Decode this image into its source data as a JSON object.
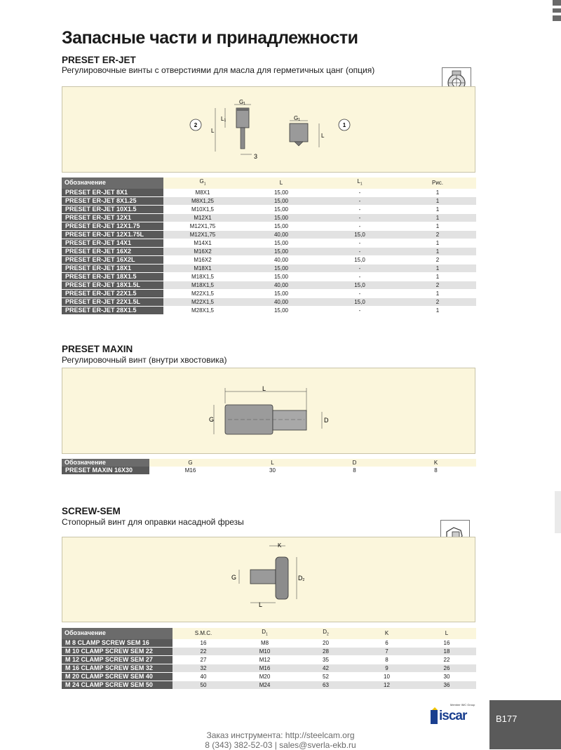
{
  "page": {
    "title": "Запасные части и принадлежности",
    "page_number": "B177",
    "footer_line1": "Заказ инструмента: http://steelcam.org",
    "footer_line2": "8 (343) 382-52-03  |  sales@sverla-ekb.ru"
  },
  "brand": {
    "logo_text": "iscar",
    "logo_tag": "Member IMC Group",
    "color_blue": "#1a3f8f",
    "color_yellow": "#f2c500"
  },
  "sections": {
    "erjet": {
      "title": "PRESET ER-JET",
      "subtitle": "Регулировочные винты с отверстиями для масла для герметичных цанг (опция)",
      "fig": {
        "callout_2": "2",
        "callout_1": "1",
        "g1": "G",
        "g1_sub": "1",
        "l1": "L",
        "l1_sub": "1",
        "l": "L",
        "dim3": "3"
      },
      "columns": [
        "Обозначение",
        "G",
        "L",
        "L",
        "Рис."
      ],
      "column_subs": [
        "",
        "1",
        "",
        "1",
        ""
      ],
      "rows": [
        [
          "PRESET ER-JET  8X1",
          "M8X1",
          "15,00",
          "-",
          "1"
        ],
        [
          "PRESET ER-JET  8X1.25",
          "M8X1,25",
          "15,00",
          "-",
          "1"
        ],
        [
          "PRESET ER-JET 10X1.5",
          "M10X1,5",
          "15,00",
          "-",
          "1"
        ],
        [
          "PRESET ER-JET 12X1",
          "M12X1",
          "15,00",
          "-",
          "1"
        ],
        [
          "PRESET ER-JET 12X1.75",
          "M12X1,75",
          "15,00",
          "-",
          "1"
        ],
        [
          "PRESET ER-JET 12X1.75L",
          "M12X1,75",
          "40,00",
          "15,0",
          "2"
        ],
        [
          "PRESET ER-JET 14X1",
          "M14X1",
          "15,00",
          "-",
          "1"
        ],
        [
          "PRESET ER-JET 16X2",
          "M16X2",
          "15,00",
          "-",
          "1"
        ],
        [
          "PRESET ER-JET 16X2L",
          "M16X2",
          "40,00",
          "15,0",
          "2"
        ],
        [
          "PRESET ER-JET 18X1",
          "M18X1",
          "15,00",
          "-",
          "1"
        ],
        [
          "PRESET ER-JET 18X1.5",
          "M18X1,5",
          "15,00",
          "-",
          "1"
        ],
        [
          "PRESET ER-JET 18X1.5L",
          "M18X1,5",
          "40,00",
          "15,0",
          "2"
        ],
        [
          "PRESET ER-JET 22X1.5",
          "M22X1,5",
          "15,00",
          "-",
          "1"
        ],
        [
          "PRESET ER-JET 22X1.5L",
          "M22X1,5",
          "40,00",
          "15,0",
          "2"
        ],
        [
          "PRESET ER-JET 28X1.5",
          "M28X1,5",
          "15,00",
          "-",
          "1"
        ]
      ]
    },
    "maxin": {
      "title": "PRESET MAXIN",
      "subtitle": "Регулировочный винт (внутри хвостовика)",
      "fig": {
        "l": "L",
        "g": "G",
        "d": "D"
      },
      "columns": [
        "Обозначение",
        "G",
        "L",
        "D",
        "K"
      ],
      "rows": [
        [
          "PRESET MAXIN 16X30",
          "M16",
          "30",
          "8",
          "8"
        ]
      ]
    },
    "screwsem": {
      "title": "SCREW-SEM",
      "subtitle": "Стопорный винт для оправки насадной фрезы",
      "fig": {
        "k": "K",
        "g": "G",
        "d2": "D",
        "d2_sub": "2",
        "l": "L"
      },
      "columns": [
        "Обозначение",
        "S.M.C.",
        "D",
        "D",
        "K",
        "L"
      ],
      "column_subs": [
        "",
        "",
        "1",
        "2",
        "",
        ""
      ],
      "rows": [
        [
          "M  8 CLAMP SCREW SEM 16",
          "16",
          "M8",
          "20",
          "6",
          "16"
        ],
        [
          "M 10 CLAMP SCREW SEM 22",
          "22",
          "M10",
          "28",
          "7",
          "18"
        ],
        [
          "M 12 CLAMP SCREW SEM 27",
          "27",
          "M12",
          "35",
          "8",
          "22"
        ],
        [
          "M 16 CLAMP SCREW SEM 32",
          "32",
          "M16",
          "42",
          "9",
          "26"
        ],
        [
          "M 20 CLAMP SCREW SEM 40",
          "40",
          "M20",
          "52",
          "10",
          "30"
        ],
        [
          "M 24 CLAMP SCREW SEM 50",
          "50",
          "M24",
          "63",
          "12",
          "36"
        ]
      ]
    }
  }
}
